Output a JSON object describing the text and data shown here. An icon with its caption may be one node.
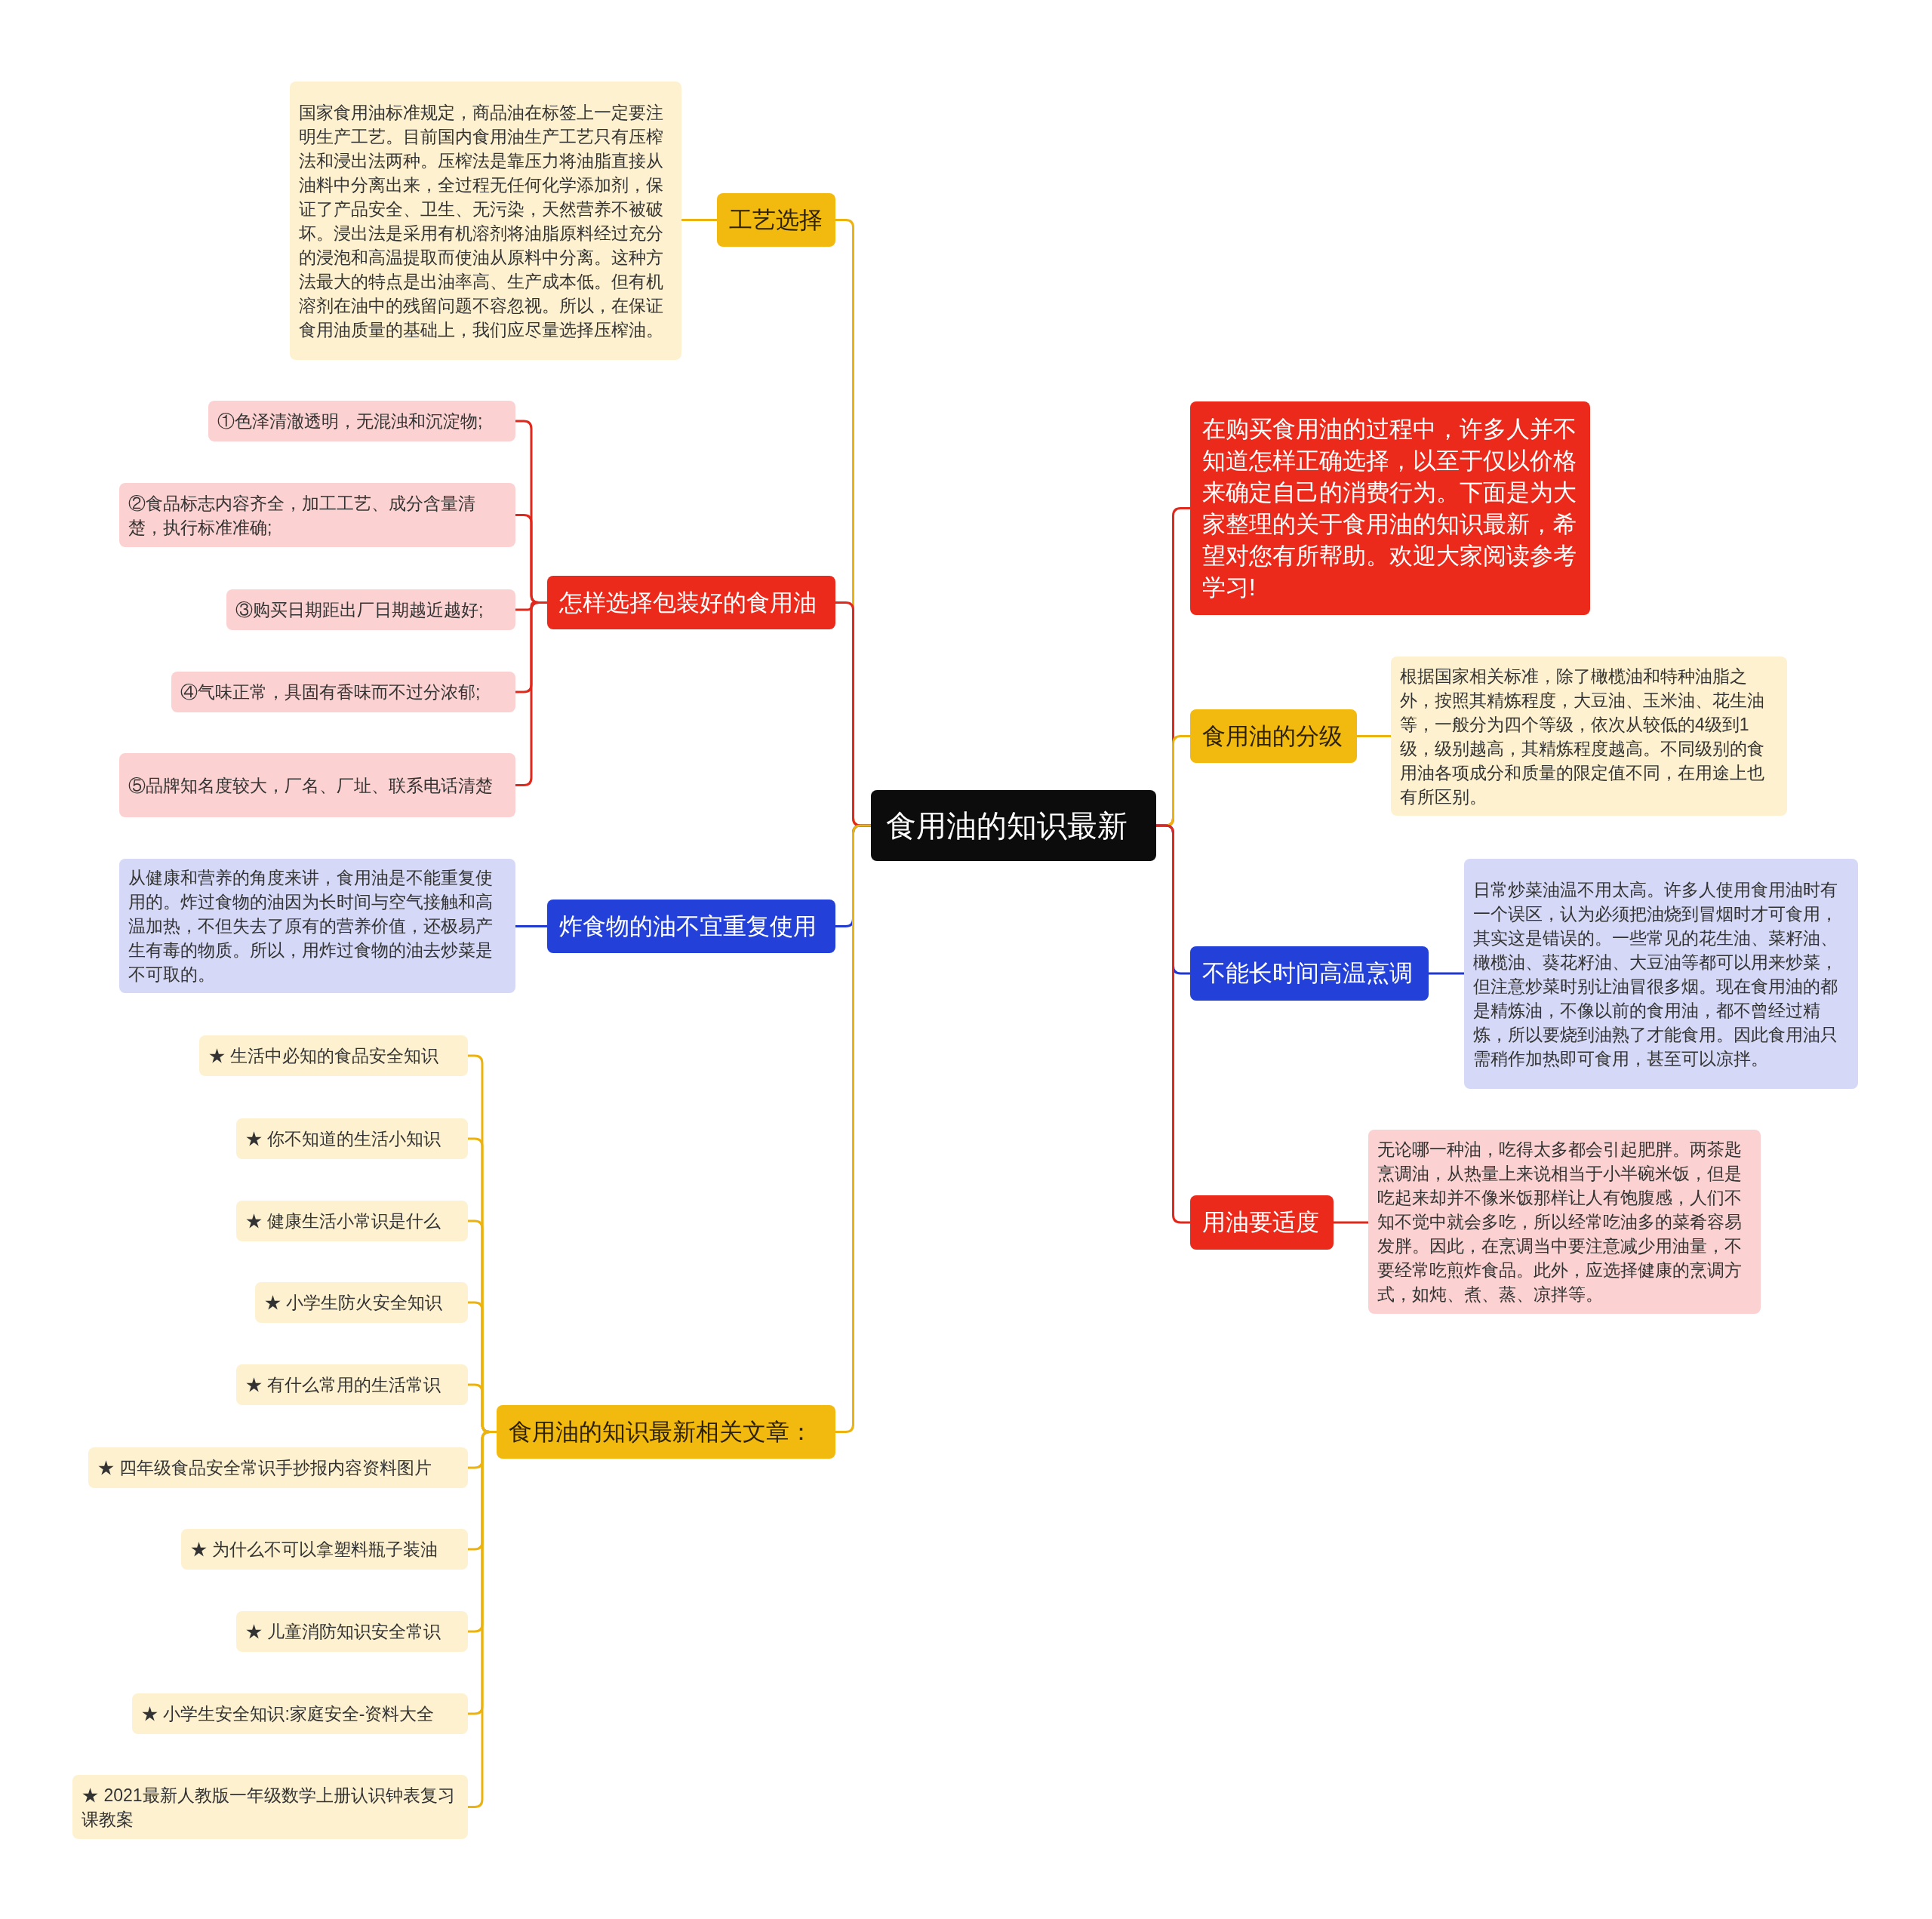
{
  "diagram": {
    "nodes": [
      {
        "text": [
          "食用油的知识最新"
        ]
      },
      {
        "text": [
          "工艺选择"
        ]
      },
      {
        "text": [
          "国家食用油标准规定，商品油在标签上一定要注明生产工艺。目前国内食用油生产工艺只有压榨法和浸出法两种。压榨法是靠压力将油脂直接从油料中分离出来，全过程无任何化学添加剂，保证了产品安全、卫生、无污染，天然营养不被破坏。浸出法是采用有机溶剂将油脂原料经过充分的浸泡和高温提取而使油从原料中分离。这种方法最大的特点是出油率高、生产成本低。但有机溶剂在油中的残留问题不容忽视。所以，在保证食用油质量的基础上，我们应尽量选择压榨油。"
        ]
      },
      {
        "text": [
          "怎样选择包装好的食用油"
        ]
      },
      {
        "text": [
          "①色泽清澈透明，无混浊和沉淀物;"
        ]
      },
      {
        "text": [
          "②食品标志内容齐全，加工工艺、成分含量清楚，执行标准准确;"
        ]
      },
      {
        "text": [
          "③购买日期距出厂日期越近越好;"
        ]
      },
      {
        "text": [
          "④气味正常，具固有香味而不过分浓郁;"
        ]
      },
      {
        "text": [
          "⑤品牌知名度较大，厂名、厂址、联系电话清楚"
        ]
      },
      {
        "text": [
          "炸食物的油不宜重复使用"
        ]
      },
      {
        "text": [
          "从健康和营养的角度来讲，食用油是不能重复使用的。炸过食物的油因为长时间与空气接触和高温加热，不但失去了原有的营养价值，还极易产生有毒的物质。所以，用炸过食物的油去炒菜是不可取的。"
        ]
      },
      {
        "text": [
          "食用油的知识最新相关文章："
        ]
      },
      {
        "text": [
          "★ 生活中必知的食品安全知识"
        ]
      },
      {
        "text": [
          "★ 你不知道的生活小知识"
        ]
      },
      {
        "text": [
          "★ 健康生活小常识是什么"
        ]
      },
      {
        "text": [
          "★ 小学生防火安全知识"
        ]
      },
      {
        "text": [
          "★ 有什么常用的生活常识"
        ]
      },
      {
        "text": [
          "★ 四年级食品安全常识手抄报内容资料图片"
        ]
      },
      {
        "text": [
          "★ 为什么不可以拿塑料瓶子装油"
        ]
      },
      {
        "text": [
          "★ 儿童消防知识安全常识"
        ]
      },
      {
        "text": [
          "★ 小学生安全知识:家庭安全-资料大全"
        ]
      },
      {
        "text": [
          "★ 2021最新人教版一年级数学上册认识钟表复习课教案"
        ]
      },
      {
        "text": [
          "在购买食用油的过程中，许多人并不知道怎样正确选择，以至于仅以价格来确定自己的消费行为。下面是为大家整理的关于食用油的知识最新，希望对您有所帮助。欢迎大家阅读参考学习!"
        ]
      },
      {
        "text": [
          "食用油的分级"
        ]
      },
      {
        "text": [
          "根据国家相关标准，除了橄榄油和特种油脂之外，按照其精炼程度，大豆油、玉米油、花生油等，一般分为四个等级，依次从较低的4级到1级，级别越高，其精炼程度越高。不同级别的食用油各项成分和质量的限定值不同，在用途上也有所区别。"
        ]
      },
      {
        "text": [
          "不能长时间高温烹调"
        ]
      },
      {
        "text": [
          "日常炒菜油温不用太高。许多人使用食用油时有一个误区，认为必须把油烧到冒烟时才可食用，其实这是错误的。一些常见的花生油、菜籽油、橄榄油、葵花籽油、大豆油等都可以用来炒菜，但注意炒菜时别让油冒很多烟。现在食用油的都是精炼油，不像以前的食用油，都不曾经过精炼，所以要烧到油熟了才能食用。因此食用油只需稍作加热即可食用，甚至可以凉拌。"
        ]
      },
      {
        "text": [
          "用油要适度"
        ]
      },
      {
        "text": [
          "无论哪一种油，吃得太多都会引起肥胖。两茶匙烹调油，从热量上来说相当于小半碗米饭，但是吃起来却并不像米饭那样让人有饱腹感，人们不知不觉中就会多吃，所以经常吃油多的菜肴容易发胖。因此，在烹调当中要注意减少用油量，不要经常吃煎炸食品。此外，应选择健康的烹调方式，如炖、煮、蒸、凉拌等。"
        ]
      }
    ],
    "edges": [
      {
        "from": 0,
        "to": 1,
        "arrow": "none"
      },
      {
        "from": 1,
        "to": 2,
        "arrow": "none"
      },
      {
        "from": 0,
        "to": 3,
        "arrow": "none",
        "color": "#e0281c"
      },
      {
        "from": 3,
        "to": 4,
        "arrow": "none",
        "color": "#e0281c"
      },
      {
        "from": 3,
        "to": 5,
        "arrow": "none",
        "color": "#e0281c"
      },
      {
        "from": 3,
        "to": 6,
        "arrow": "none",
        "color": "#e0281c"
      },
      {
        "from": 3,
        "to": 7,
        "arrow": "none",
        "color": "#e0281c"
      },
      {
        "from": 3,
        "to": 8,
        "arrow": "none",
        "color": "#e0281c"
      },
      {
        "from": 0,
        "to": 9,
        "arrow": "none",
        "color": "#2239d1"
      },
      {
        "from": 9,
        "to": 10,
        "arrow": "none",
        "color": "#2239d1"
      },
      {
        "from": 0,
        "to": 11,
        "arrow": "none"
      },
      {
        "from": 11,
        "to": 12,
        "arrow": "none"
      },
      {
        "from": 11,
        "to": 13,
        "arrow": "none"
      },
      {
        "from": 11,
        "to": 14,
        "arrow": "none"
      },
      {
        "from": 11,
        "to": 15,
        "arrow": "none"
      },
      {
        "from": 11,
        "to": 16,
        "arrow": "none"
      },
      {
        "from": 11,
        "to": 17,
        "arrow": "none"
      },
      {
        "from": 11,
        "to": 18,
        "arrow": "none"
      },
      {
        "from": 11,
        "to": 19,
        "arrow": "none"
      },
      {
        "from": 11,
        "to": 20,
        "arrow": "none"
      },
      {
        "from": 11,
        "to": 21,
        "arrow": "none"
      },
      {
        "from": 0,
        "to": 22,
        "arrow": "none",
        "color": "#e0281c"
      },
      {
        "from": 0,
        "to": 23,
        "arrow": "none"
      },
      {
        "from": 23,
        "to": 24,
        "arrow": "none"
      },
      {
        "from": 0,
        "to": 25,
        "arrow": "none",
        "color": "#2239d1"
      },
      {
        "from": 25,
        "to": 26,
        "arrow": "none",
        "color": "#2239d1"
      },
      {
        "from": 0,
        "to": 27,
        "arrow": "none",
        "color": "#e0281c"
      },
      {
        "from": 27,
        "to": 28,
        "arrow": "none",
        "color": "#e0281c"
      }
    ]
  }
}
